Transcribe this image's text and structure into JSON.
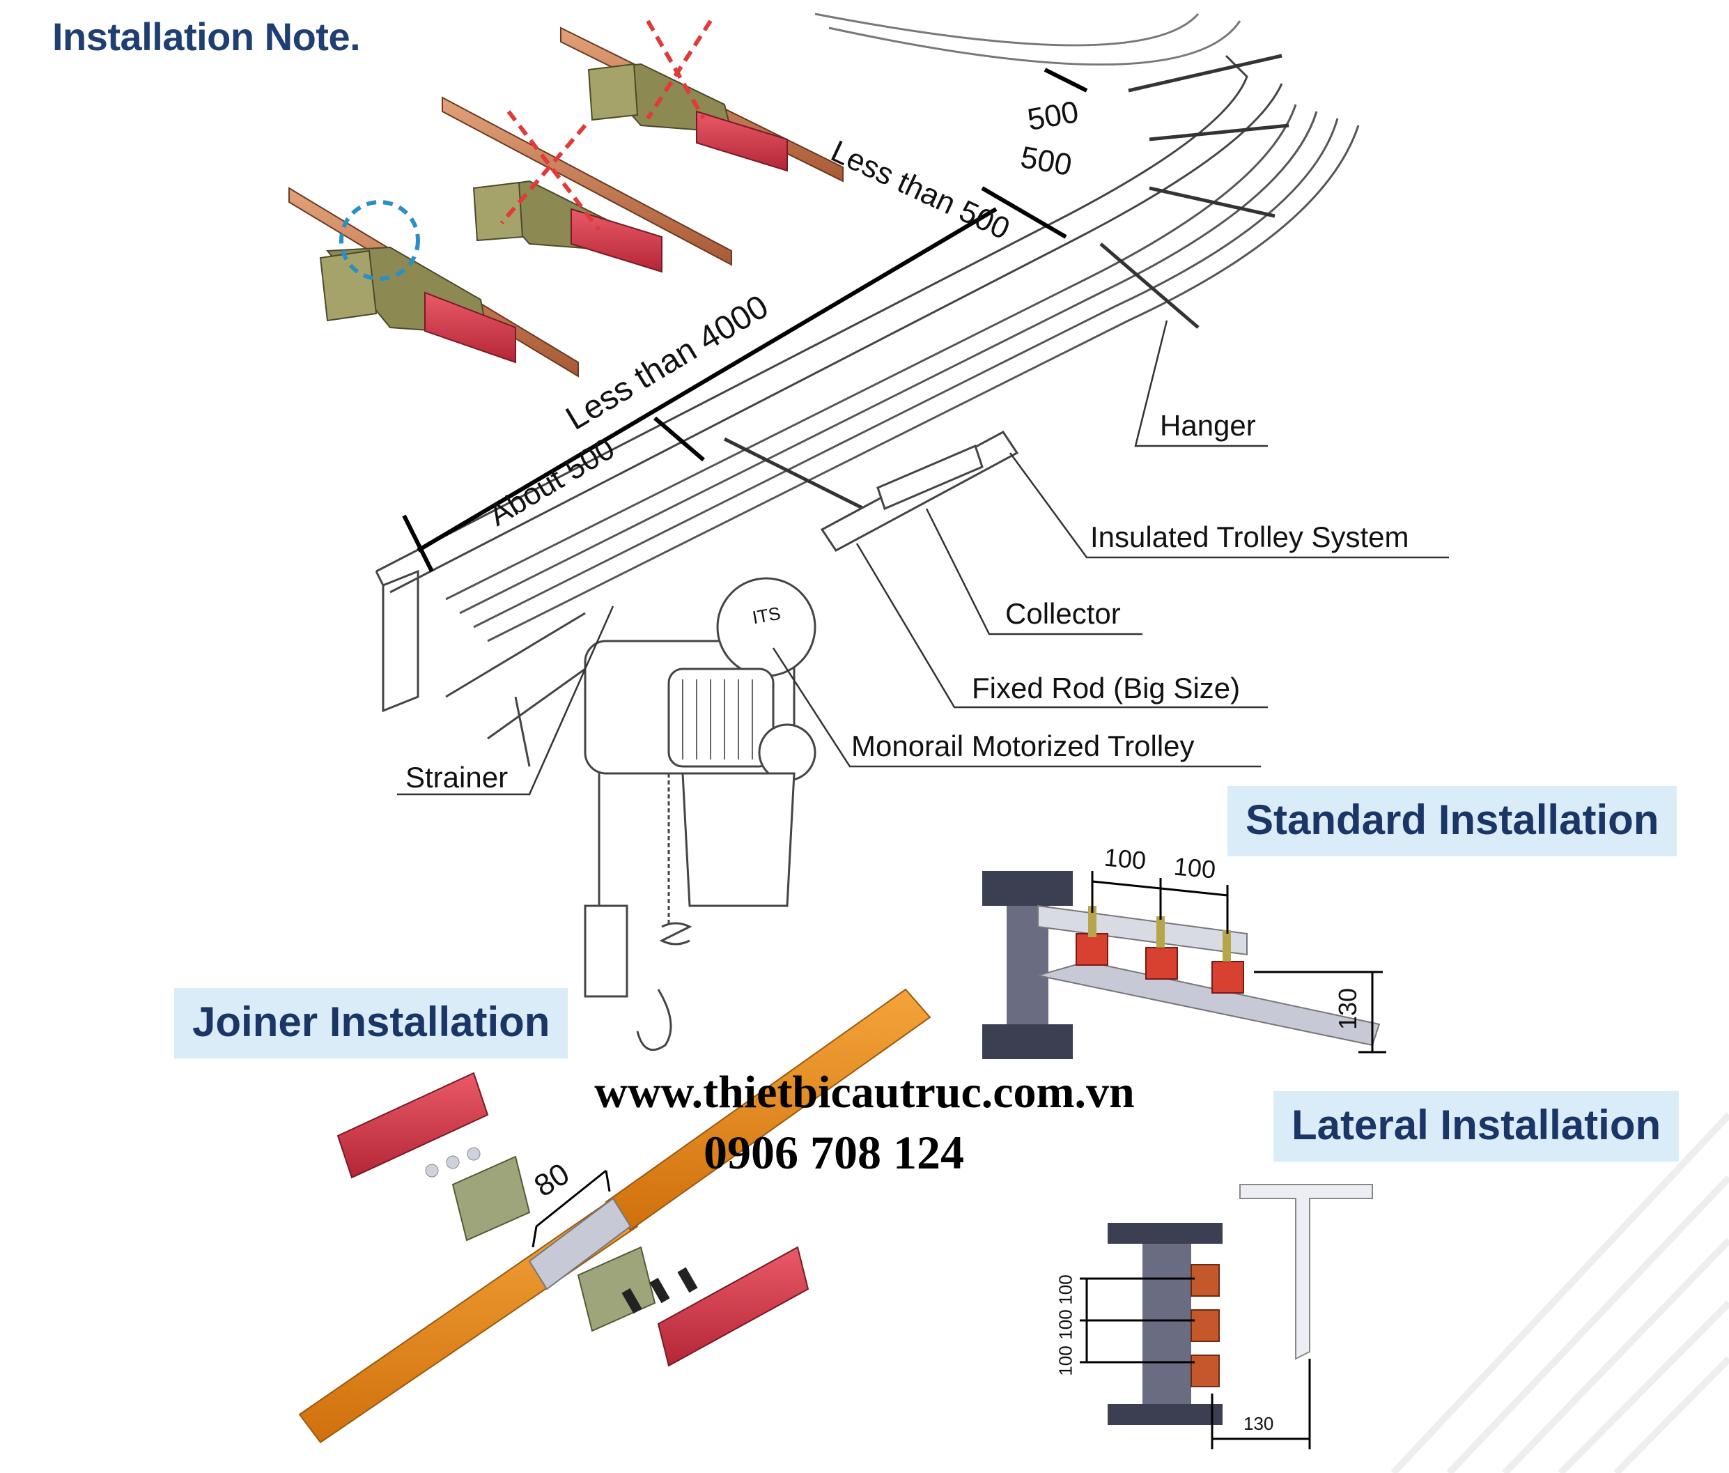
{
  "title": "Installation Note.",
  "callouts": {
    "hanger": "Hanger",
    "insulated_trolley_system": "Insulated Trolley System",
    "collector": "Collector",
    "fixed_rod": "Fixed Rod (Big Size)",
    "monorail_motorized_trolley": "Monorail Motorized Trolley",
    "strainer": "Strainer"
  },
  "dimensions": {
    "curve_500_a": "500",
    "curve_500_b": "500",
    "less_than_500": "Less than 500",
    "less_than_4000": "Less than 4000",
    "about_500": "About 500",
    "hoist_brand": "ITS"
  },
  "sections": {
    "standard": {
      "title": "Standard Installation",
      "spacing_1": "100",
      "spacing_2": "100",
      "height": "130"
    },
    "joiner": {
      "title": "Joiner Installation",
      "gap": "80"
    },
    "lateral": {
      "title": "Lateral Installation",
      "spacing_1": "100",
      "spacing_2": "100",
      "spacing_3": "100",
      "offset": "130"
    }
  },
  "watermark": {
    "website": "www.thietbicautruc.com.vn",
    "phone": "0906 708 124"
  },
  "colors": {
    "heading": "#1f3f73",
    "section_bg": "#d9ecf7",
    "copper": "#c9794a",
    "cover_red": "#d43a4a",
    "collector_olive": "#8c8a52",
    "bracket_dark": "#3c3f52",
    "rail_orange": "#e58a1c"
  }
}
